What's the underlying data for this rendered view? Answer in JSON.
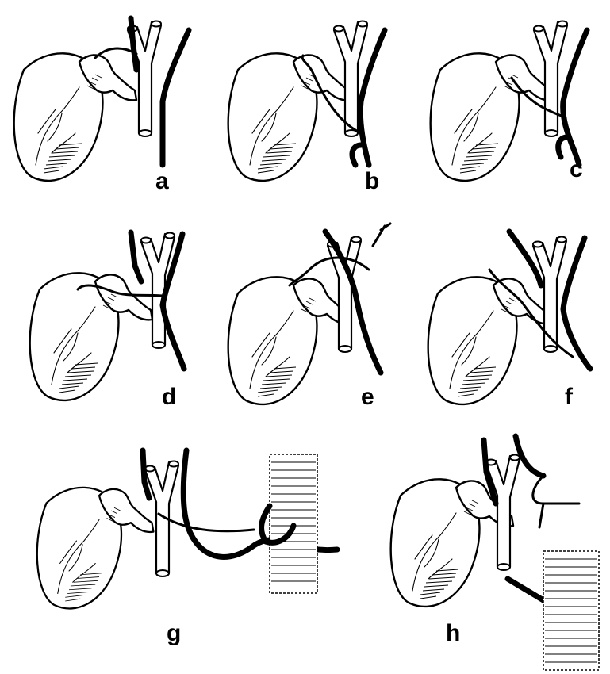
{
  "figure": {
    "panels": [
      {
        "id": "a",
        "label": "a"
      },
      {
        "id": "b",
        "label": "b"
      },
      {
        "id": "c",
        "label": "c"
      },
      {
        "id": "d",
        "label": "d"
      },
      {
        "id": "e",
        "label": "e"
      },
      {
        "id": "f",
        "label": "f"
      },
      {
        "id": "g",
        "label": "g"
      },
      {
        "id": "h",
        "label": "h"
      }
    ]
  }
}
